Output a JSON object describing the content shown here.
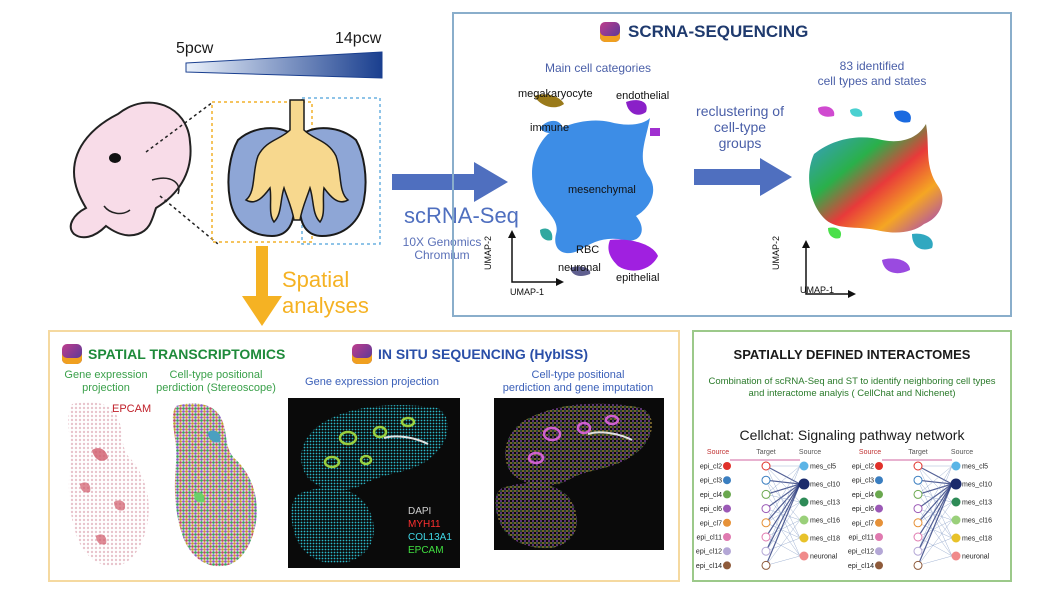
{
  "timeline": {
    "start_label": "5pcw",
    "end_label": "14pcw"
  },
  "scrna_section": {
    "title": "SCRNA-SEQUENCING",
    "main_categories_label": "Main cell categories",
    "identified_label_line1": "83 identified",
    "identified_label_line2": "cell types and states",
    "recluster_line1": "reclustering of",
    "recluster_line2": "cell-type",
    "recluster_line3": "groups",
    "cluster_labels": [
      "megakaryocyte",
      "endothelial",
      "immune",
      "mesenchymal",
      "RBC",
      "neuronal",
      "epithelial"
    ],
    "umap_x": "UMAP-1",
    "umap_y": "UMAP-2",
    "colors": {
      "border": "#8aaecb",
      "title": "#1f3a6e",
      "text": "#4a5fa8"
    }
  },
  "scrna_method": {
    "label": "scRNA-Seq",
    "platform_line1": "10X Genomics",
    "platform_line2": "Chromium"
  },
  "spatial_analyses": {
    "line1": "Spatial",
    "line2": "analyses",
    "color": "#f5b223"
  },
  "spatial_transcriptomics": {
    "title": "SPATIAL TRANSCRIPTOMICS",
    "gene_expr_line1": "Gene expression",
    "gene_expr_line2": "projection",
    "celltype_line1": "Cell-type positional",
    "celltype_line2": "perdiction (Stereoscope)",
    "gene_marker": "EPCAM",
    "colors": {
      "title": "#1e8a3a",
      "text": "#3aa04a",
      "border": "#f5d9a0"
    }
  },
  "in_situ": {
    "title": "IN SITU SEQUENCING (HybISS)",
    "gene_expr_label": "Gene expression projection",
    "celltype_line1": "Cell-type positional",
    "celltype_line2": "perdiction and gene imputation",
    "legend": [
      "DAPI",
      "MYH11",
      "COL13A1",
      "EPCAM"
    ],
    "legend_colors": [
      "#cfcfcf",
      "#ff3030",
      "#40d8e8",
      "#40e040"
    ],
    "colors": {
      "title": "#2a4fa8",
      "text": "#3a5fb8"
    }
  },
  "interactomes": {
    "title": "SPATIALLY DEFINED INTERACTOMES",
    "desc_line1": "Combination of scRNA-Seq and ST to identify neighboring cell types",
    "desc_line2": "and interactome analyis ( CellChat and Nichenet)",
    "network_title": "Cellchat: Signaling pathway network",
    "source_label": "Source",
    "target_label": "Target",
    "left_nodes": [
      "epi_cl2",
      "epi_cl3",
      "epi_cl4",
      "epi_cl6",
      "epi_cl7",
      "epi_cl11",
      "epi_cl12",
      "epi_cl14"
    ],
    "right_nodes": [
      "mes_cl5",
      "mes_cl10",
      "mes_cl13",
      "mes_cl16",
      "mes_cl18",
      "neuronal"
    ],
    "left_node_colors": [
      "#e0312a",
      "#3a7ec0",
      "#6aa84f",
      "#9b59b6",
      "#e69138",
      "#e07ab0",
      "#b4a7d6",
      "#8e5a3a"
    ],
    "right_node_colors": [
      "#5ab4e6",
      "#1a2a6c",
      "#2e8b57",
      "#9ad07a",
      "#e8c22a",
      "#f08a8a"
    ],
    "colors": {
      "title": "#1a1a1a",
      "desc": "#2a7a2a",
      "border": "#9cc98a"
    }
  }
}
